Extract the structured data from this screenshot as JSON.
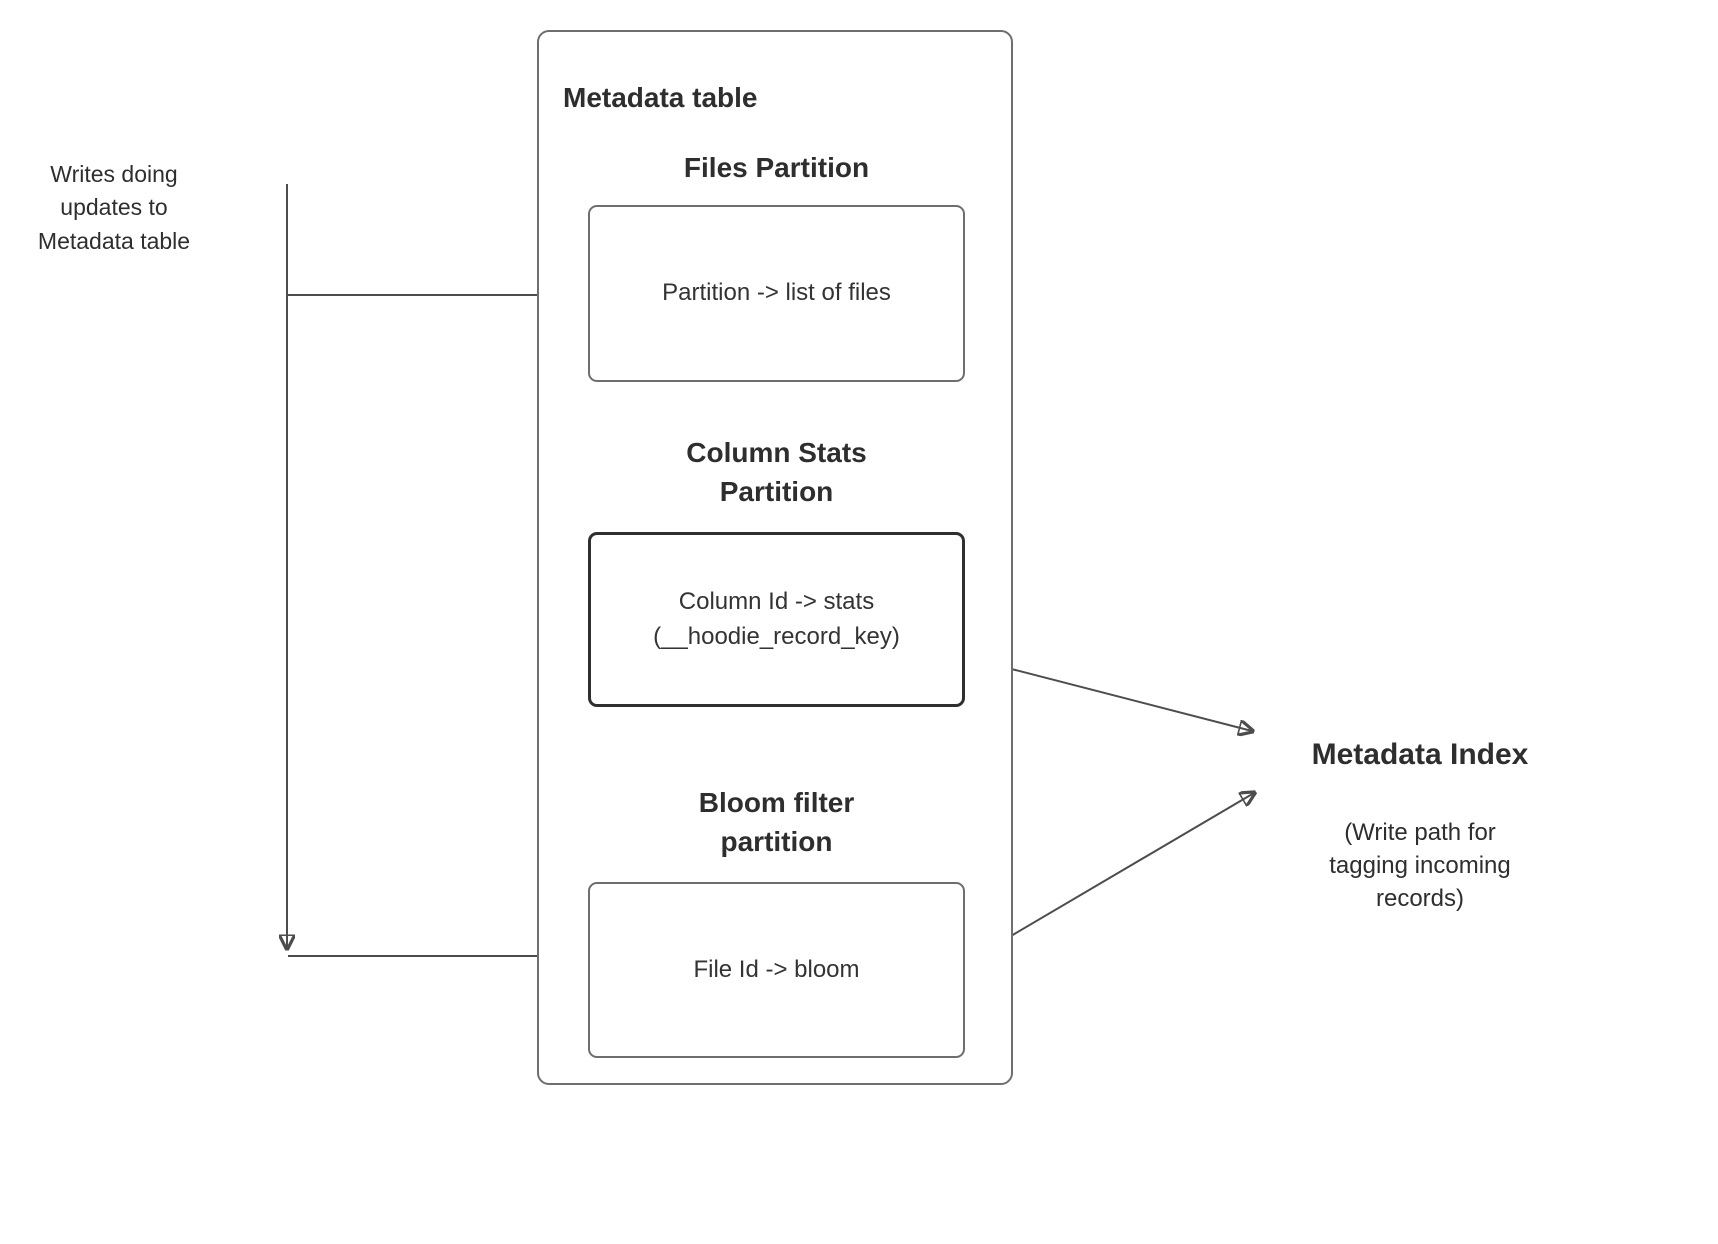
{
  "diagram": {
    "metadata_table": {
      "title": "Metadata table",
      "files_partition": {
        "heading": "Files Partition",
        "box_text": "Partition -> list of files"
      },
      "column_stats_partition": {
        "heading": "Column Stats\nPartition",
        "box_text": "Column Id  -> stats\n(__hoodie_record_key)"
      },
      "bloom_filter_partition": {
        "heading": "Bloom filter\npartition",
        "box_text": "File Id -> bloom"
      }
    },
    "left_annotation": "Writes doing\nupdates to\nMetadata table",
    "metadata_index": {
      "title": "Metadata Index",
      "subtitle": "(Write path for\ntagging incoming\nrecords)"
    },
    "colors": {
      "background": "#ffffff",
      "box_border": "#6e6e6e",
      "emphasis_border": "#2f2f2f",
      "text": "#2e2e2e",
      "connector": "#4d4d4d"
    }
  }
}
